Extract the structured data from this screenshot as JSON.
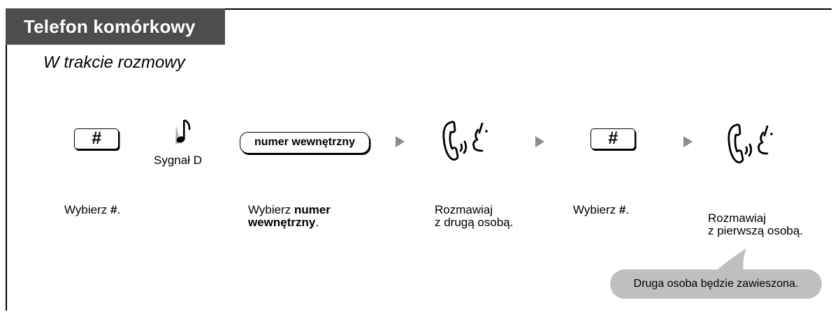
{
  "header": {
    "title": "Telefon komórkowy"
  },
  "subtitle": "W trakcie rozmowy",
  "steps": {
    "key1": "#",
    "signal_label": "Sygnał D",
    "ext_key": "numer wewnętrzny",
    "key2": "#"
  },
  "captions": {
    "c1_pre": "Wybierz ",
    "c1_bold": "#",
    "c1_post": ".",
    "c2_pre": "Wybierz ",
    "c2_bold1": "numer",
    "c2_bold2": "wewnętrzny",
    "c2_post": ".",
    "c3_line1": "Rozmawiaj",
    "c3_line2": "z drugą osobą.",
    "c4_pre": "Wybierz ",
    "c4_bold": "#",
    "c4_post": ".",
    "c5_line1": "Rozmawiaj",
    "c5_line2": "z pierwszą osobą."
  },
  "note": "Druga osoba będzie zawieszona.",
  "icons": [
    "hash-key-icon",
    "music-note-icon",
    "arrow-right-icon",
    "talking-phone-icon"
  ],
  "colors": {
    "header_bg": "#4d4d4d",
    "arrow": "#8c8c8c",
    "bubble": "#bfbfbf"
  }
}
